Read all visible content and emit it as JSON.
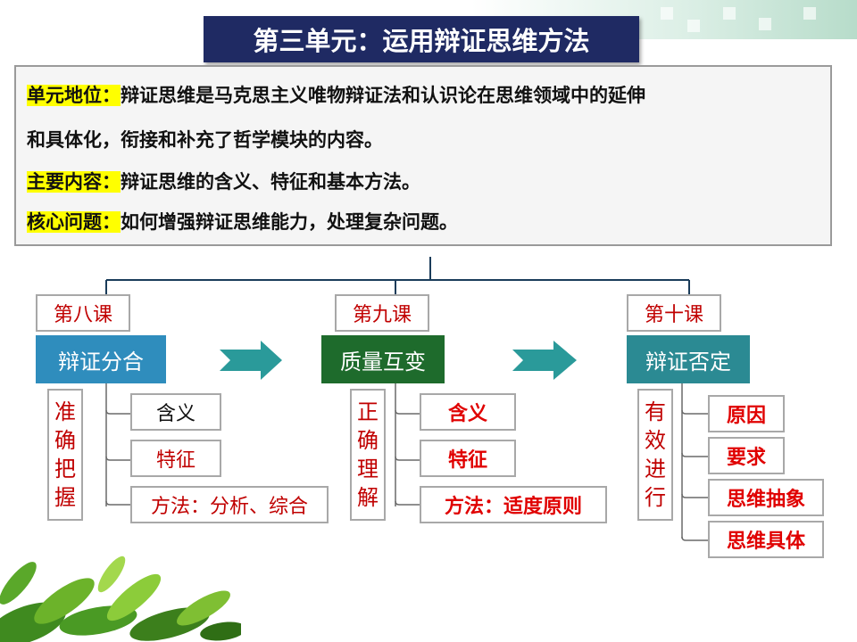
{
  "title": "第三单元：运用辩证思维方法",
  "intro": {
    "position_label": "单元地位：",
    "position_text_1": "辩证思维是马克思主义唯物辩证法和认识论在思维领域中的延伸",
    "position_text_2": "和具体化，衔接和补充了哲学模块的内容。",
    "content_label": "主要内容：",
    "content_text": "辩证思维的含义、特征和基本方法。",
    "core_label": "核心问题：",
    "core_text": "如何增强辩证思维能力，处理复杂问题。"
  },
  "lessons": [
    {
      "tag": "第八课",
      "topic": "辩证分合",
      "topic_color": "#2f8dbd",
      "vertical": [
        "准",
        "确",
        "把",
        "握"
      ],
      "items": [
        "含义",
        "特征",
        "方法：分析、综合"
      ]
    },
    {
      "tag": "第九课",
      "topic": "质量互变",
      "topic_color": "#1e6b2c",
      "vertical": [
        "正",
        "确",
        "理",
        "解"
      ],
      "items": [
        "含义",
        "特征",
        "方法：适度原则"
      ]
    },
    {
      "tag": "第十课",
      "topic": "辩证否定",
      "topic_color": "#2b8a93",
      "vertical": [
        "有",
        "效",
        "进",
        "行"
      ],
      "items": [
        "原因",
        "要求",
        "思维抽象",
        "思维具体"
      ]
    }
  ],
  "colors": {
    "title_bg": "#1f2a63",
    "arrow": "#2a9a9a",
    "highlight": "#ffff00",
    "accent_red": "#c00000"
  }
}
